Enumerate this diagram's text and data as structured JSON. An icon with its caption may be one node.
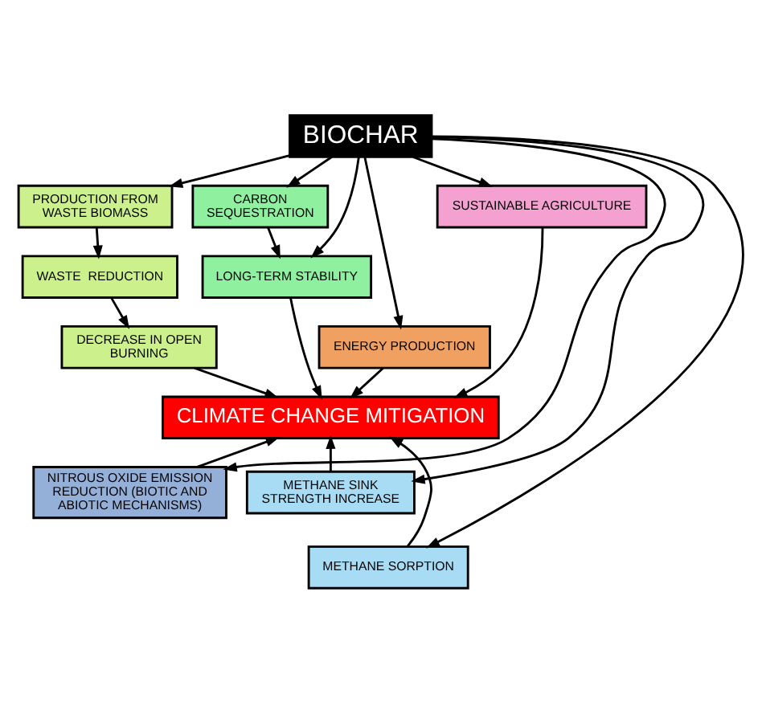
{
  "diagram": {
    "nodes": [
      {
        "text": [
          "BIOCHAR"
        ]
      },
      {
        "text": [
          "PRODUCTION FROM WASTE BIOMASS"
        ]
      },
      {
        "text": [
          "CARBON SEQUESTRATION"
        ]
      },
      {
        "text": [
          "WASTE  REDUCTION"
        ]
      },
      {
        "text": [
          "LONG-TERM STABILITY"
        ]
      },
      {
        "text": [
          "DECREASE IN OPEN BURNING"
        ]
      },
      {
        "text": [
          "ENERGY PRODUCTION"
        ]
      },
      {
        "text": [
          "SUSTAINABLE AGRICULTURE"
        ]
      },
      {
        "text": [
          "CLIMATE CHANGE MITIGATION"
        ]
      },
      {
        "text": [
          "NITROUS OXIDE EMISSION REDUCTION (BIOTIC AND ABIOTIC MECHANISMS)"
        ]
      },
      {
        "text": [
          "METHANE SINK STRENGTH INCREASE"
        ]
      },
      {
        "text": [
          "METHANE SORPTION"
        ]
      }
    ],
    "edges": [
      {
        "from": 0,
        "to": 1,
        "arrow": "to"
      },
      {
        "from": 0,
        "to": 2,
        "arrow": "to"
      },
      {
        "from": 0,
        "to": 4,
        "arrow": "to"
      },
      {
        "from": 0,
        "to": 6,
        "arrow": "to"
      },
      {
        "from": 0,
        "to": 7,
        "arrow": "to"
      },
      {
        "from": 0,
        "to": 10,
        "arrow": "to"
      },
      {
        "from": 0,
        "to": 11,
        "arrow": "to"
      },
      {
        "from": 0,
        "to": 9,
        "arrow": "to"
      },
      {
        "from": 1,
        "to": 3,
        "arrow": "to"
      },
      {
        "from": 3,
        "to": 5,
        "arrow": "to"
      },
      {
        "from": 5,
        "to": 8,
        "arrow": "to"
      },
      {
        "from": 2,
        "to": 4,
        "arrow": "to"
      },
      {
        "from": 4,
        "to": 8,
        "arrow": "to"
      },
      {
        "from": 6,
        "to": 8,
        "arrow": "to"
      },
      {
        "from": 7,
        "to": 8,
        "arrow": "to"
      },
      {
        "from": 9,
        "to": 8,
        "arrow": "to"
      },
      {
        "from": 10,
        "to": 8,
        "arrow": "to"
      },
      {
        "from": 11,
        "to": 8,
        "arrow": "to"
      }
    ]
  }
}
